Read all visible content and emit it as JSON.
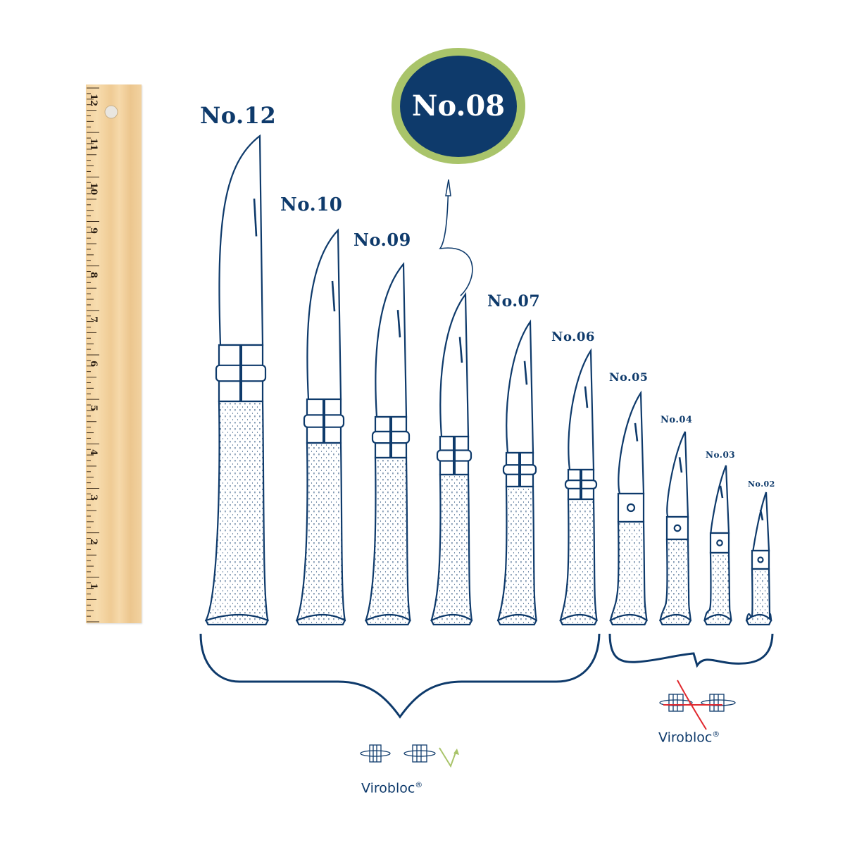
{
  "title_badge": {
    "label": "No.08",
    "ring_color": "#a9c46a",
    "fill_color": "#0e3a6b"
  },
  "ruler": {
    "unit": "inch",
    "numbers": [
      "12",
      "11",
      "10",
      "9",
      "8",
      "7",
      "6",
      "5",
      "4",
      "3",
      "2",
      "1"
    ]
  },
  "knives": [
    {
      "label": "No.12",
      "size": 12
    },
    {
      "label": "No.10",
      "size": 10
    },
    {
      "label": "No.09",
      "size": 9
    },
    {
      "label": "No.08",
      "size": 8
    },
    {
      "label": "No.07",
      "size": 7
    },
    {
      "label": "No.06",
      "size": 6
    },
    {
      "label": "No.05",
      "size": 5
    },
    {
      "label": "No.04",
      "size": 4
    },
    {
      "label": "No.03",
      "size": 3
    },
    {
      "label": "No.02",
      "size": 2
    }
  ],
  "groups": [
    {
      "name": "with-virobloc",
      "members": [
        "No.12",
        "No.10",
        "No.09",
        "No.08",
        "No.07",
        "No.06"
      ],
      "feature_label": "Virobloc",
      "feature_mark": "®",
      "status": "included",
      "status_icon": "checkmark"
    },
    {
      "name": "without-virobloc",
      "members": [
        "No.05",
        "No.04",
        "No.03",
        "No.02"
      ],
      "feature_label": "Virobloc",
      "feature_mark": "®",
      "status": "not-included",
      "status_icon": "red-cross"
    }
  ],
  "colors": {
    "ink": "#0e3a6b",
    "accent_green": "#a9c46a",
    "cross_red": "#e0282e",
    "wood": "#f3d3a0"
  }
}
